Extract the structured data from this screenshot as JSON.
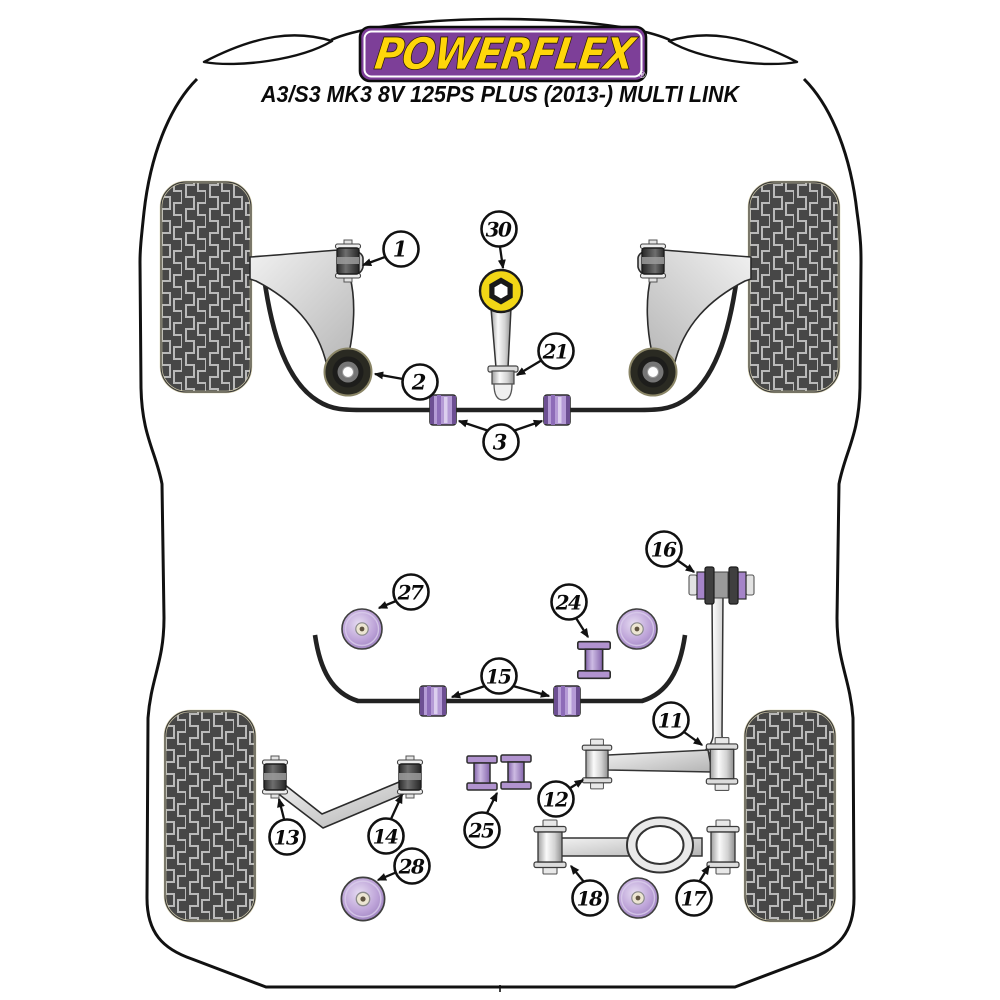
{
  "header": {
    "brand": "POWERFLEX",
    "registered": "®",
    "subtitle": "A3/S3 MK3 8V 125PS PLUS (2013-) MULTI LINK"
  },
  "colors": {
    "logo_purple": "#7D3F98",
    "logo_yellow": "#FFD60A",
    "bushing_purple": "#B59BD6",
    "bushing_yellow": "#F2D616",
    "tire": "#474747",
    "tread_line": "#B9B9B9",
    "arm_gray": "#D6D6D6",
    "outline": "#111111"
  },
  "callouts": [
    {
      "label": "1"
    },
    {
      "label": "2"
    },
    {
      "label": "3"
    },
    {
      "label": "30"
    },
    {
      "label": "21"
    },
    {
      "label": "16"
    },
    {
      "label": "27"
    },
    {
      "label": "24"
    },
    {
      "label": "15"
    },
    {
      "label": "11"
    },
    {
      "label": "12"
    },
    {
      "label": "13"
    },
    {
      "label": "14"
    },
    {
      "label": "25"
    },
    {
      "label": "28"
    },
    {
      "label": "18"
    },
    {
      "label": "17"
    }
  ]
}
